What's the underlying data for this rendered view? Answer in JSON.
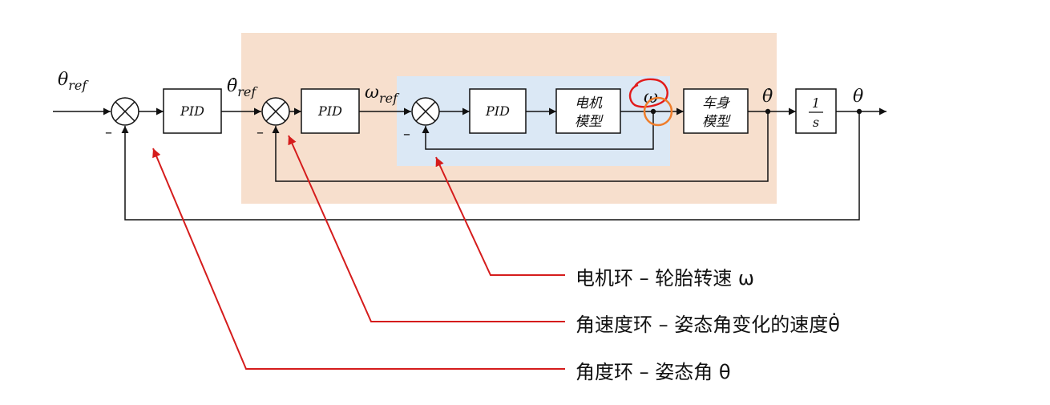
{
  "colors": {
    "outer_loop_bg": "#f7dfcd",
    "inner_loop_bg": "#dbe8f5",
    "annotation_arrow": "#d51c1c",
    "highlight_circle": "#ef7d2a",
    "handwritten_circle": "#e21b1b"
  },
  "signals": {
    "theta_ref_base": "θ",
    "theta_ref_sub": "ref",
    "thetadot_ref_base": "θ̇",
    "thetadot_ref_sub": "ref",
    "omega_ref_base": "ω",
    "omega_ref_sub": "ref",
    "omega": "ω",
    "thetadot": "θ̇",
    "theta": "θ",
    "minus": "–"
  },
  "blocks": {
    "pid1": "PID",
    "pid2": "PID",
    "pid3": "PID",
    "motor_line1": "电机",
    "motor_line2": "模型",
    "body_line1": "车身",
    "body_line2": "模型",
    "integrator_num": "1",
    "integrator_den": "s"
  },
  "annotations": {
    "motor_loop": "电机环 – 轮胎转速 ω",
    "rate_loop": "角速度环 – 姿态角变化的速度θ̇",
    "angle_loop": "角度环 – 姿态角 θ"
  }
}
